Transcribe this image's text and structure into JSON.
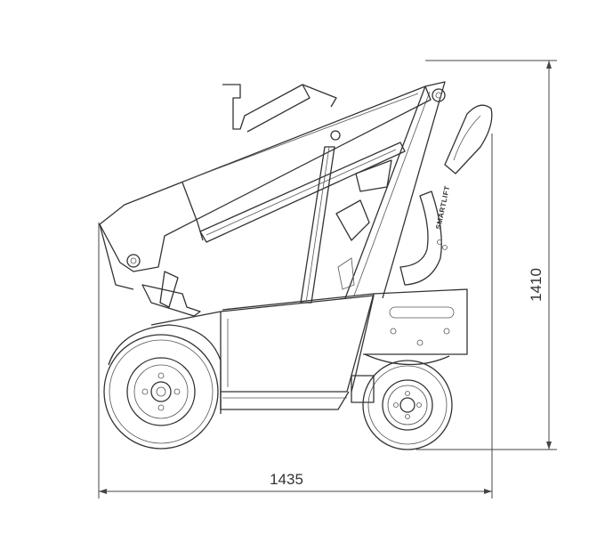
{
  "drawing": {
    "width_dimension": "1435",
    "height_dimension": "1410",
    "brand_label": "SMARTLIFT"
  }
}
